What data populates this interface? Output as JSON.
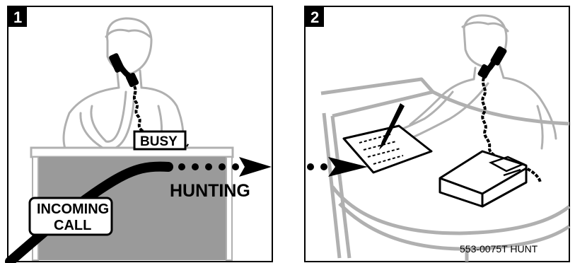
{
  "panel_1": {
    "number": "1",
    "busy_label": "BUSY",
    "hunting_label": "HUNTING",
    "incoming_label_line1": "INCOMING",
    "incoming_label_line2": "CALL"
  },
  "panel_2": {
    "number": "2",
    "figure_code": "553-0075T HUNT"
  },
  "colors": {
    "ink": "#000000",
    "desk_fill": "#9a9a9a",
    "line_gray": "#b0b0b0",
    "paper": "#ffffff"
  }
}
